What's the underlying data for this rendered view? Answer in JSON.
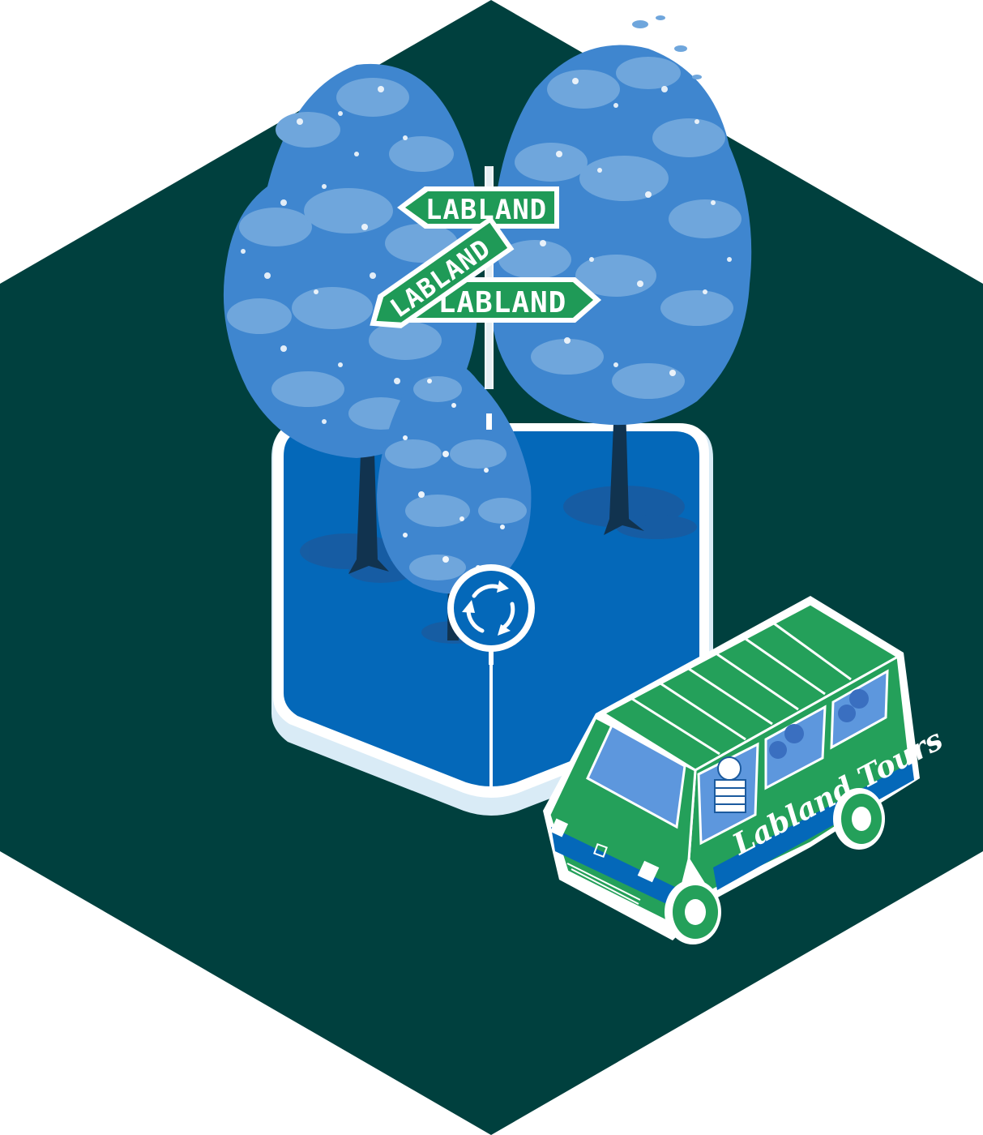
{
  "signs": {
    "sign_1": "LABLAND",
    "sign_2": "LABLAND",
    "sign_3": "LABLAND"
  },
  "van": {
    "livery_text": "Labland Tours"
  },
  "colors": {
    "background_hex": "#00403e",
    "road_blue": "#0468b9",
    "tree_light": "#6fa6dc",
    "tree_mid": "#3f86cf",
    "sign_green": "#1f9a57",
    "van_green": "#24a05a",
    "window_blue": "#5d97dd",
    "white": "#ffffff"
  },
  "icons": {
    "roundabout": "roundabout-icon"
  }
}
